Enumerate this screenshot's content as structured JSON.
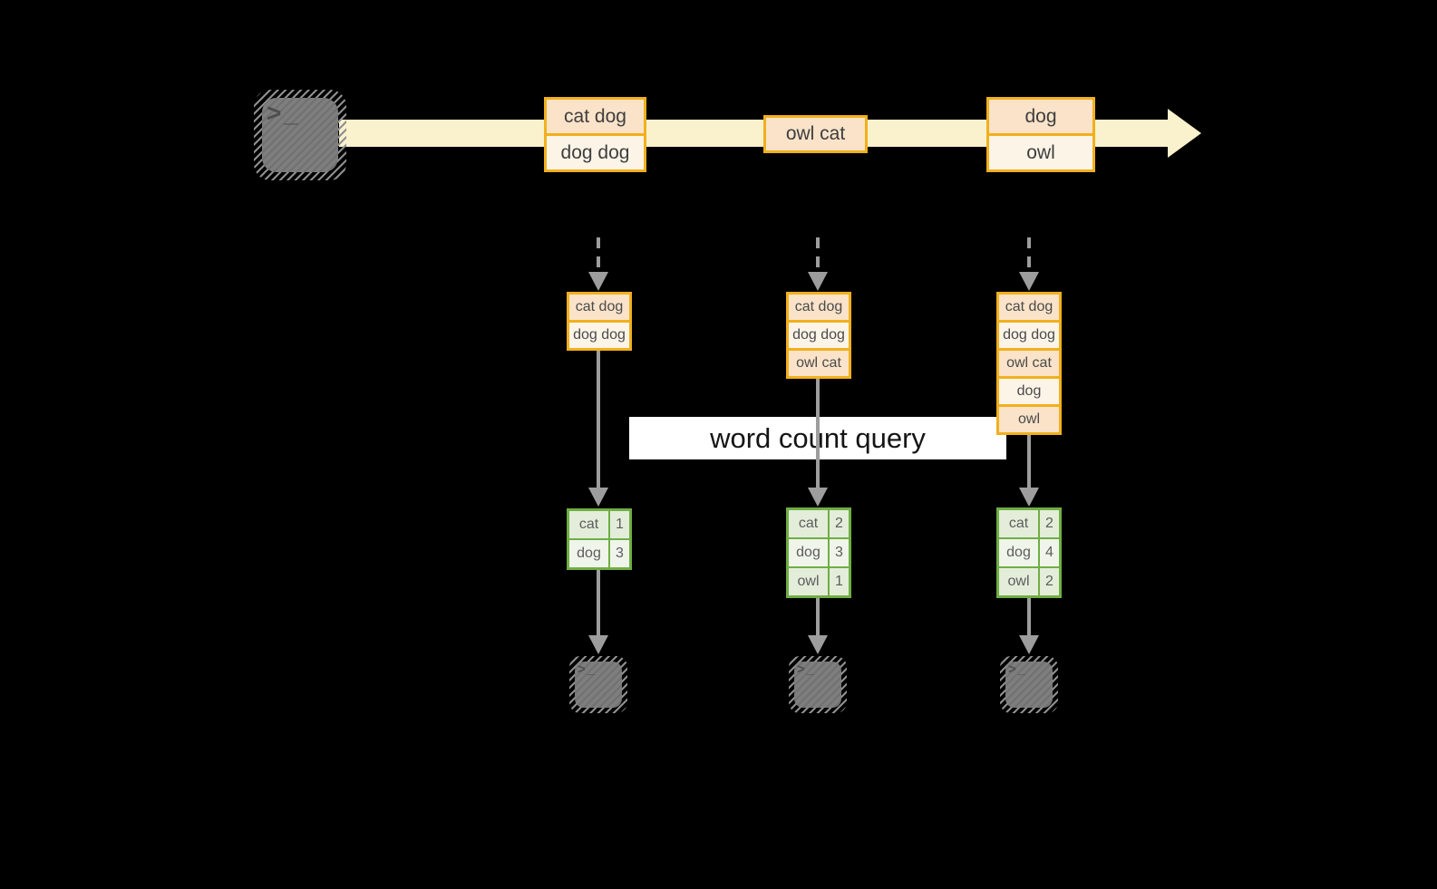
{
  "diagram": {
    "query_banner": "word count query",
    "terminal_prompt": ">_",
    "colors": {
      "background": "#000000",
      "stream_band": "#faf1cd",
      "event_border": "#f1b01d",
      "event_fill_dark": "#fae3c9",
      "event_fill_light": "#fdf4e8",
      "table_border": "#6fae44",
      "table_fill_dark": "#e4edda",
      "table_fill_light": "#f0f5eb",
      "arrow": "#9d9d9d",
      "terminal": "#7e7e7e",
      "banner_bg": "#ffffff"
    },
    "stream": {
      "events": [
        {
          "lines": [
            "cat dog",
            "dog dog"
          ]
        },
        {
          "lines": [
            "owl cat"
          ]
        },
        {
          "lines": [
            "dog",
            "owl"
          ]
        }
      ]
    },
    "snapshots": [
      {
        "input": [
          "cat dog",
          "dog dog"
        ],
        "counts": [
          {
            "word": "cat",
            "count": "1"
          },
          {
            "word": "dog",
            "count": "3"
          }
        ]
      },
      {
        "input": [
          "cat dog",
          "dog dog",
          "owl cat"
        ],
        "counts": [
          {
            "word": "cat",
            "count": "2"
          },
          {
            "word": "dog",
            "count": "3"
          },
          {
            "word": "owl",
            "count": "1"
          }
        ]
      },
      {
        "input": [
          "cat dog",
          "dog dog",
          "owl cat",
          "dog",
          "owl"
        ],
        "counts": [
          {
            "word": "cat",
            "count": "2"
          },
          {
            "word": "dog",
            "count": "4"
          },
          {
            "word": "owl",
            "count": "2"
          }
        ]
      }
    ]
  }
}
